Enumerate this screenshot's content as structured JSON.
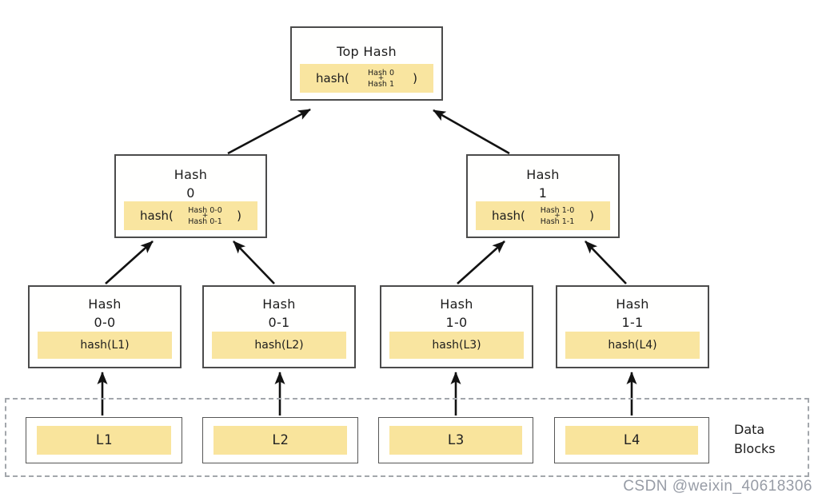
{
  "diagram": {
    "top": {
      "title": "Top Hash",
      "fn": "hash(",
      "arg_top": "Hash 0",
      "plus": "+",
      "arg_bottom": "Hash 1",
      "close": ")"
    },
    "hash0": {
      "title_line1": "Hash",
      "title_line2": "0",
      "fn": "hash(",
      "arg_top": "Hash 0-0",
      "plus": "+",
      "arg_bottom": "Hash 0-1",
      "close": ")"
    },
    "hash1": {
      "title_line1": "Hash",
      "title_line2": "1",
      "fn": "hash(",
      "arg_top": "Hash 1-0",
      "plus": "+",
      "arg_bottom": "Hash 1-1",
      "close": ")"
    },
    "leaves": [
      {
        "title_line1": "Hash",
        "title_line2": "0-0",
        "expr": "hash(L1)"
      },
      {
        "title_line1": "Hash",
        "title_line2": "0-1",
        "expr": "hash(L2)"
      },
      {
        "title_line1": "Hash",
        "title_line2": "1-0",
        "expr": "hash(L3)"
      },
      {
        "title_line1": "Hash",
        "title_line2": "1-1",
        "expr": "hash(L4)"
      }
    ],
    "blocks": [
      {
        "label": "L1"
      },
      {
        "label": "L2"
      },
      {
        "label": "L3"
      },
      {
        "label": "L4"
      }
    ],
    "data_blocks_label_line1": "Data",
    "data_blocks_label_line2": "Blocks",
    "watermark": "CSDN @weixin_40618306",
    "colors": {
      "highlight": "#f9e5a0",
      "box_border": "#4b4b4b",
      "arrow": "#121212",
      "dashed_border": "#a3a7ac",
      "watermark_text": "#979ca6"
    }
  }
}
